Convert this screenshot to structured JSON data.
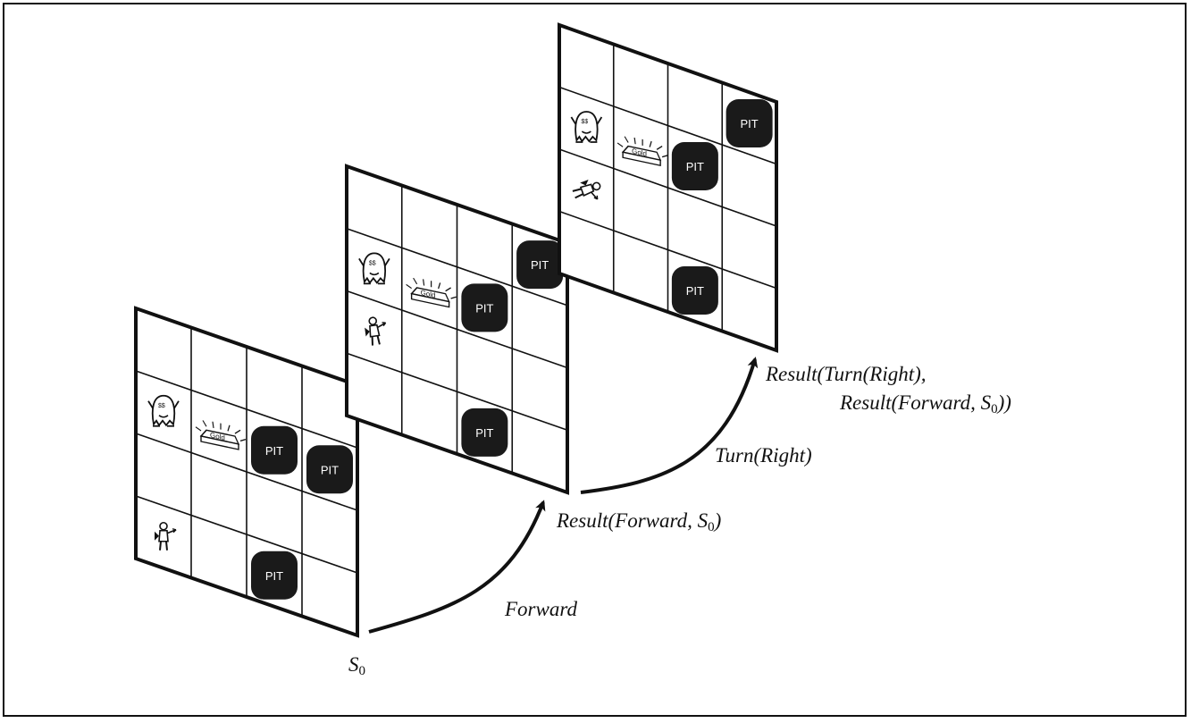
{
  "worlds": [
    {
      "id": "s0",
      "rows": [
        [
          "",
          "",
          "",
          ""
        ],
        [
          "wumpus",
          "gold",
          "pit",
          "pit"
        ],
        [
          "",
          "",
          "",
          ""
        ],
        [
          "agent-right",
          "",
          "pit",
          ""
        ]
      ]
    },
    {
      "id": "forward",
      "rows": [
        [
          "",
          "",
          "",
          "pit"
        ],
        [
          "wumpus",
          "gold",
          "pit",
          ""
        ],
        [
          "agent-up",
          "",
          "",
          ""
        ],
        [
          "",
          "",
          "pit",
          ""
        ]
      ]
    },
    {
      "id": "turn",
      "rows": [
        [
          "",
          "",
          "",
          "pit"
        ],
        [
          "wumpus",
          "gold",
          "pit",
          ""
        ],
        [
          "agent-down",
          "",
          "",
          ""
        ],
        [
          "",
          "",
          "pit",
          ""
        ]
      ]
    }
  ],
  "pit_label": "PIT",
  "gold_label": "Gold",
  "labels": {
    "s0_main": "S",
    "s0_sub": "0",
    "forward_action": "Forward",
    "result_forward_main": "Result(Forward, S",
    "result_forward_sub": "0",
    "result_forward_end": ")",
    "turn_action": "Turn(Right)",
    "result_turn_line1": "Result(Turn(Right),",
    "result_turn_line2_main": "Result(Forward, S",
    "result_turn_line2_sub": "0",
    "result_turn_line2_end": "))"
  },
  "colors": {
    "grid": "#111111",
    "pit_fill": "#1a1a1a",
    "background": "#ffffff"
  }
}
